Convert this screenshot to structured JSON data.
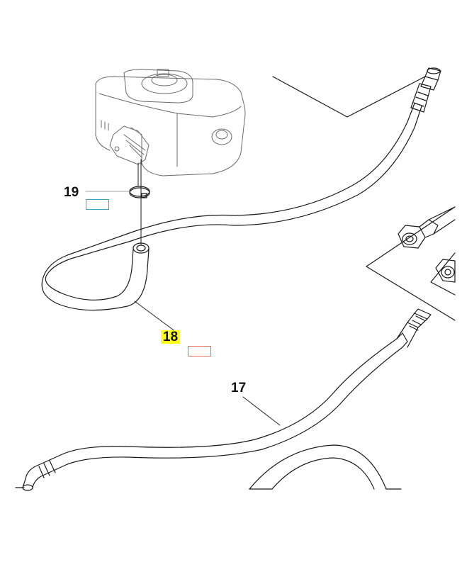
{
  "diagram": {
    "callouts": [
      {
        "id": "19",
        "label": "19",
        "highlighted": false
      },
      {
        "id": "18",
        "label": "18",
        "highlighted": true
      },
      {
        "id": "17",
        "label": "17",
        "highlighted": false
      }
    ],
    "marker_colors": {
      "19": "#3aa3c4",
      "18": "#e8705a"
    },
    "highlight_color": "#ffff1a",
    "line_color": "#1a1a1a",
    "part_color": "#6a6a6a"
  }
}
